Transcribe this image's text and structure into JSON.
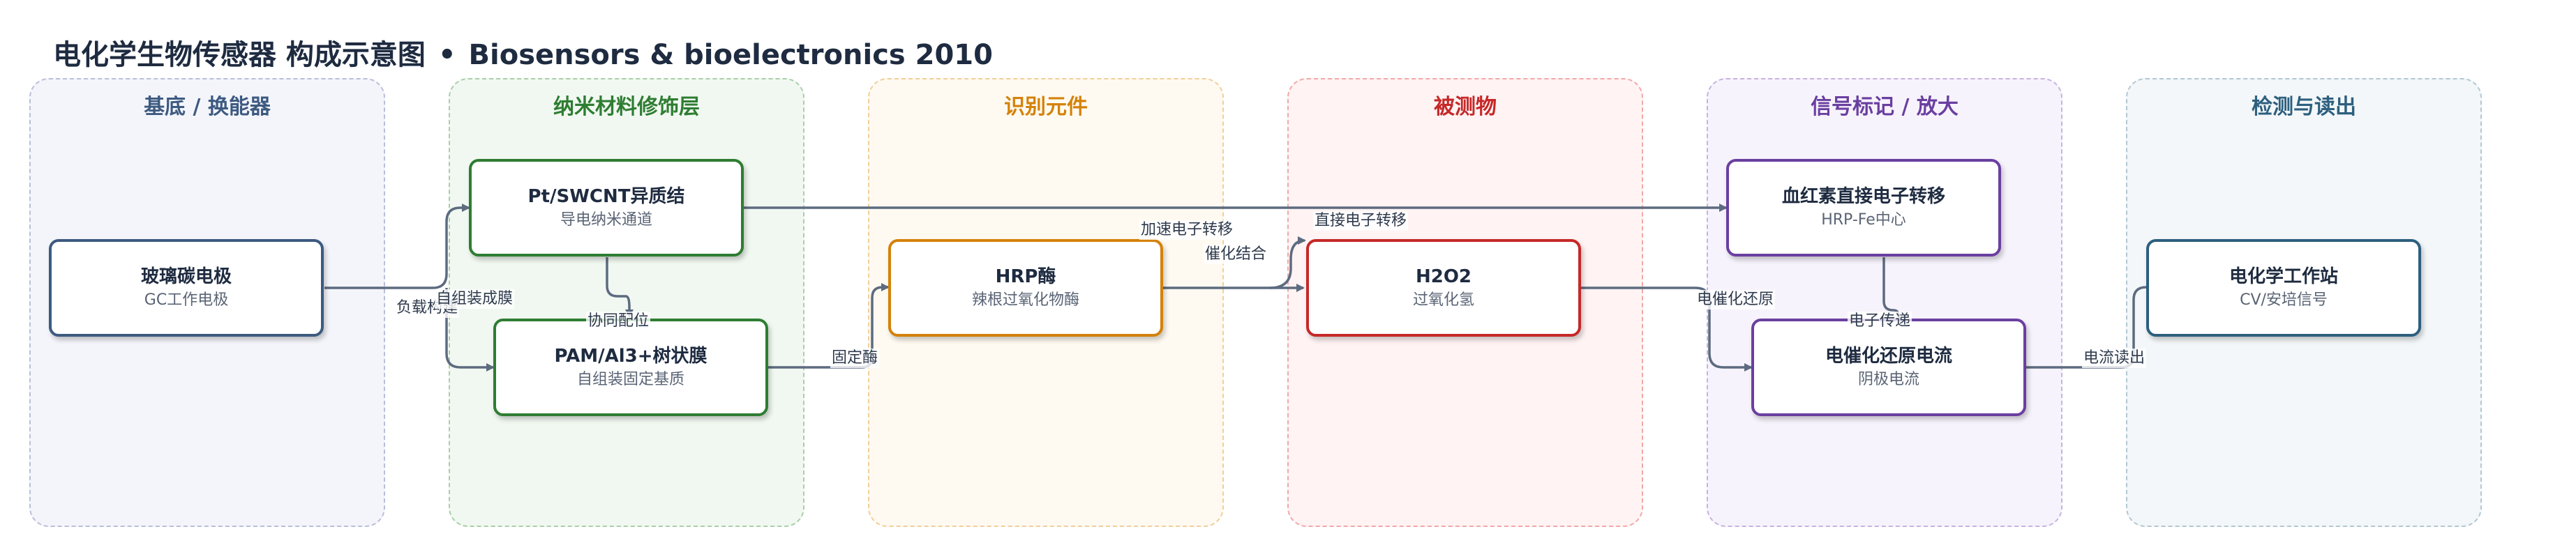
{
  "title": {
    "main": "电化学生物传感器 构成示意图",
    "separator": "•",
    "journal": "Biosensors & bioelectronics 2010"
  },
  "lanes": [
    {
      "id": "substrate",
      "label": "基底 / 换能器",
      "color": "#3d5a80",
      "fill": "#f4f5fb",
      "border": "#b9bfd8"
    },
    {
      "id": "nano",
      "label": "纳米材料修饰层",
      "color": "#2e7d32",
      "fill": "#f1f8f1",
      "border": "#a9cfa9"
    },
    {
      "id": "recog",
      "label": "识别元件",
      "color": "#d4820a",
      "fill": "#fffaf1",
      "border": "#f0cf98"
    },
    {
      "id": "analyte",
      "label": "被测物",
      "color": "#c62828",
      "fill": "#fff3f3",
      "border": "#f0a8a8"
    },
    {
      "id": "signal",
      "label": "信号标记 / 放大",
      "color": "#6a3fa0",
      "fill": "#f7f3fc",
      "border": "#c6b3e0"
    },
    {
      "id": "detect",
      "label": "检测与读出",
      "color": "#2d5f7f",
      "fill": "#f3f7f9",
      "border": "#b3c7d3"
    }
  ],
  "nodes": {
    "gce": {
      "title": "玻璃碳电极",
      "sub": "GC工作电极",
      "border": "#3d5a80"
    },
    "ptswcnt": {
      "title": "Pt/SWCNT异质结",
      "sub": "导电纳米通道",
      "border": "#2e7d32"
    },
    "pam": {
      "title": "PAM/Al3+树状膜",
      "sub": "自组装固定基质",
      "border": "#2e7d32"
    },
    "hrp": {
      "title": "HRP酶",
      "sub": "辣根过氧化物酶",
      "border": "#d4820a"
    },
    "h2o2": {
      "title": "H2O2",
      "sub": "过氧化氢",
      "border": "#c62828"
    },
    "heme": {
      "title": "血红素直接电子转移",
      "sub": "HRP-Fe中心",
      "border": "#6a3fa0"
    },
    "current": {
      "title": "电催化还原电流",
      "sub": "阴极电流",
      "border": "#6a3fa0"
    },
    "station": {
      "title": "电化学工作站",
      "sub": "CV/安培信号",
      "border": "#2d5f7f"
    }
  },
  "edges": {
    "load_carrier": "负载构建",
    "self_assembly": "自组装成膜",
    "coordination": "协同配位",
    "immobilize": "固定酶",
    "accelerate": "加速电子转移",
    "catalytic_binding": "催化结合",
    "direct_transfer": "直接电子转移",
    "electrocatalytic_reduction": "电催化还原",
    "electron_transfer": "电子传递",
    "current_readout": "电流读出"
  },
  "colors": {
    "edge": "#5d6b80",
    "title": "#1e2b40"
  }
}
